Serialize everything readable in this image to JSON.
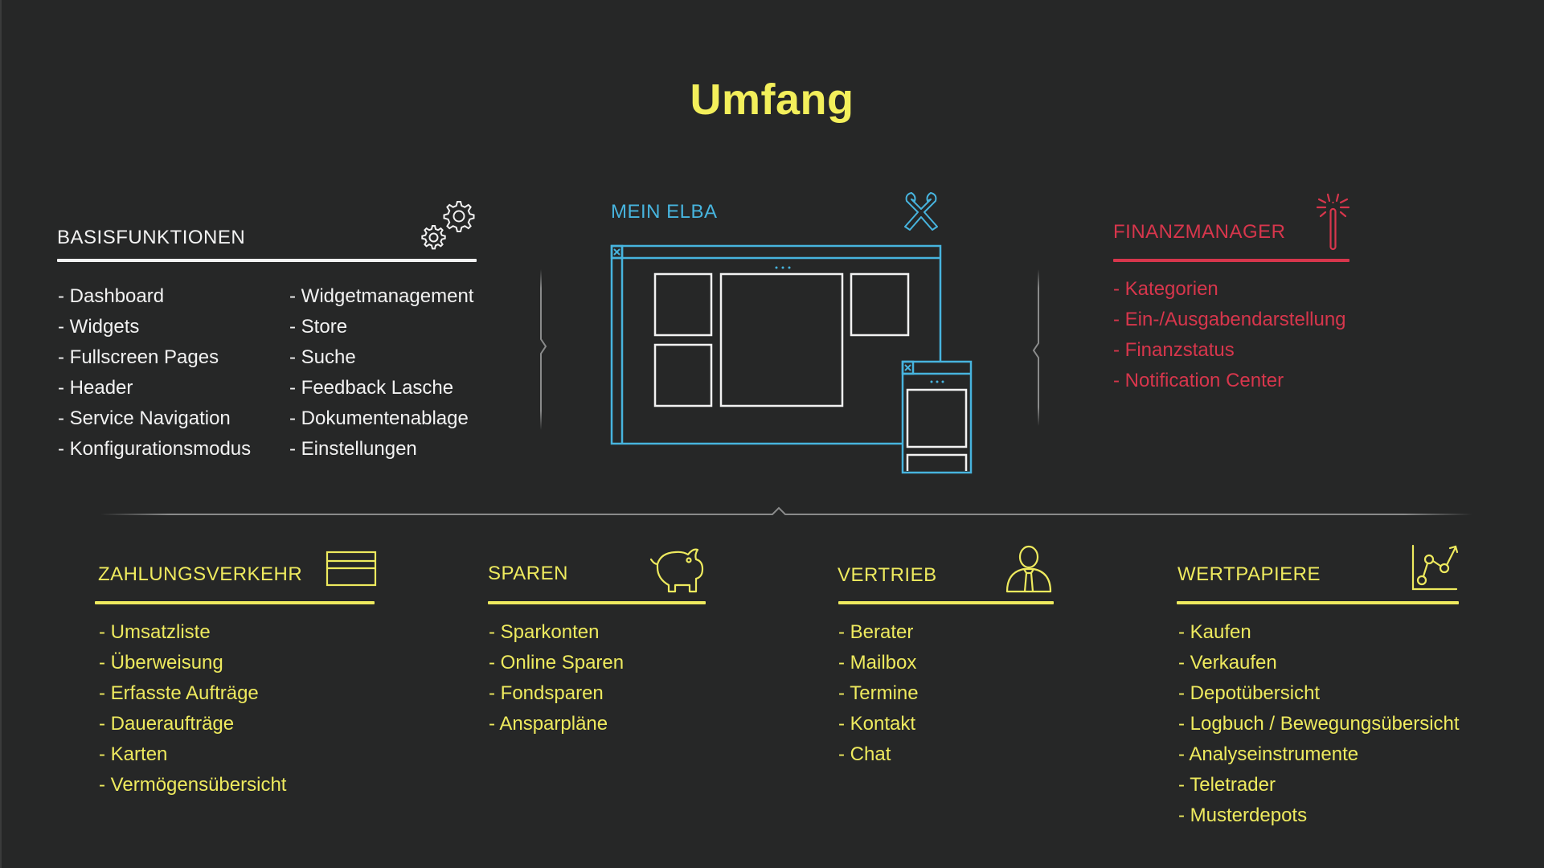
{
  "title": "Umfang",
  "colors": {
    "background": "#262727",
    "title": "#f3ef5b",
    "basis": "#f2f2f2",
    "elba": "#47b4de",
    "finanzmanager": "#d7364c",
    "modules": "#eeea5e",
    "divider": "#8a8b8b"
  },
  "basisfunktionen": {
    "heading": "BASISFUNKTIONEN",
    "icon": "gears-icon",
    "column1": [
      "Dashboard",
      "Widgets",
      "Fullscreen Pages",
      "Header",
      "Service Navigation",
      "Konfigurationsmodus"
    ],
    "column2": [
      "Widgetmanagement",
      "Store",
      "Suche",
      "Feedback Lasche",
      "Dokumentenablage",
      "Einstellungen"
    ]
  },
  "mein_elba": {
    "heading": "MEIN ELBA",
    "icon": "raiffeisen-logo-icon",
    "illustration": "dashboard-wireframe-desktop-and-mobile"
  },
  "finanzmanager": {
    "heading": "FINANZMANAGER",
    "icon": "magic-wand-icon",
    "items": [
      "Kategorien",
      "Ein-/Ausgabendarstellung",
      "Finanzstatus",
      "Notification Center"
    ]
  },
  "modules": [
    {
      "heading": "ZAHLUNGSVERKEHR",
      "icon": "credit-card-icon",
      "items": [
        "Umsatzliste",
        "Überweisung",
        "Erfasste Aufträge",
        "Daueraufträge",
        "Karten",
        "Vermögensübersicht"
      ]
    },
    {
      "heading": "SPAREN",
      "icon": "piggy-bank-icon",
      "items": [
        "Sparkonten",
        "Online Sparen",
        "Fondsparen",
        "Ansparpläne"
      ]
    },
    {
      "heading": "VERTRIEB",
      "icon": "advisor-person-icon",
      "items": [
        "Berater",
        "Mailbox",
        "Termine",
        "Kontakt",
        "Chat"
      ]
    },
    {
      "heading": "WERTPAPIERE",
      "icon": "line-chart-icon",
      "items": [
        "Kaufen",
        "Verkaufen",
        "Depotübersicht",
        "Logbuch / Bewegungsübersicht",
        "Analyseinstrumente",
        "Teletrader",
        "Musterdepots"
      ]
    }
  ]
}
